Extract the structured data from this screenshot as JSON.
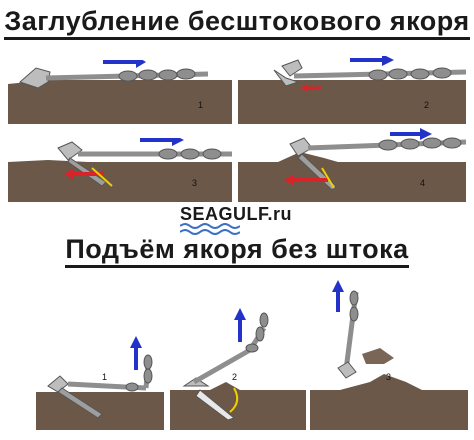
{
  "header": {
    "title": "Заглубление бесштокового якоря"
  },
  "section2": {
    "title": "Подъём якоря без штока"
  },
  "logo": {
    "text": "SEAGULF.ru"
  },
  "panels_top": [
    {
      "number": "1"
    },
    {
      "number": "2"
    },
    {
      "number": "3"
    },
    {
      "number": "4"
    }
  ],
  "panels_bottom": [
    {
      "number": "1"
    },
    {
      "number": "2"
    },
    {
      "number": "3"
    }
  ],
  "colors": {
    "soil": "#6b5848",
    "chain": "#8e8e8e",
    "arrow_blue": "#2332c8",
    "arrow_red": "#d8232a",
    "arrow_yellow": "#f0d000"
  }
}
